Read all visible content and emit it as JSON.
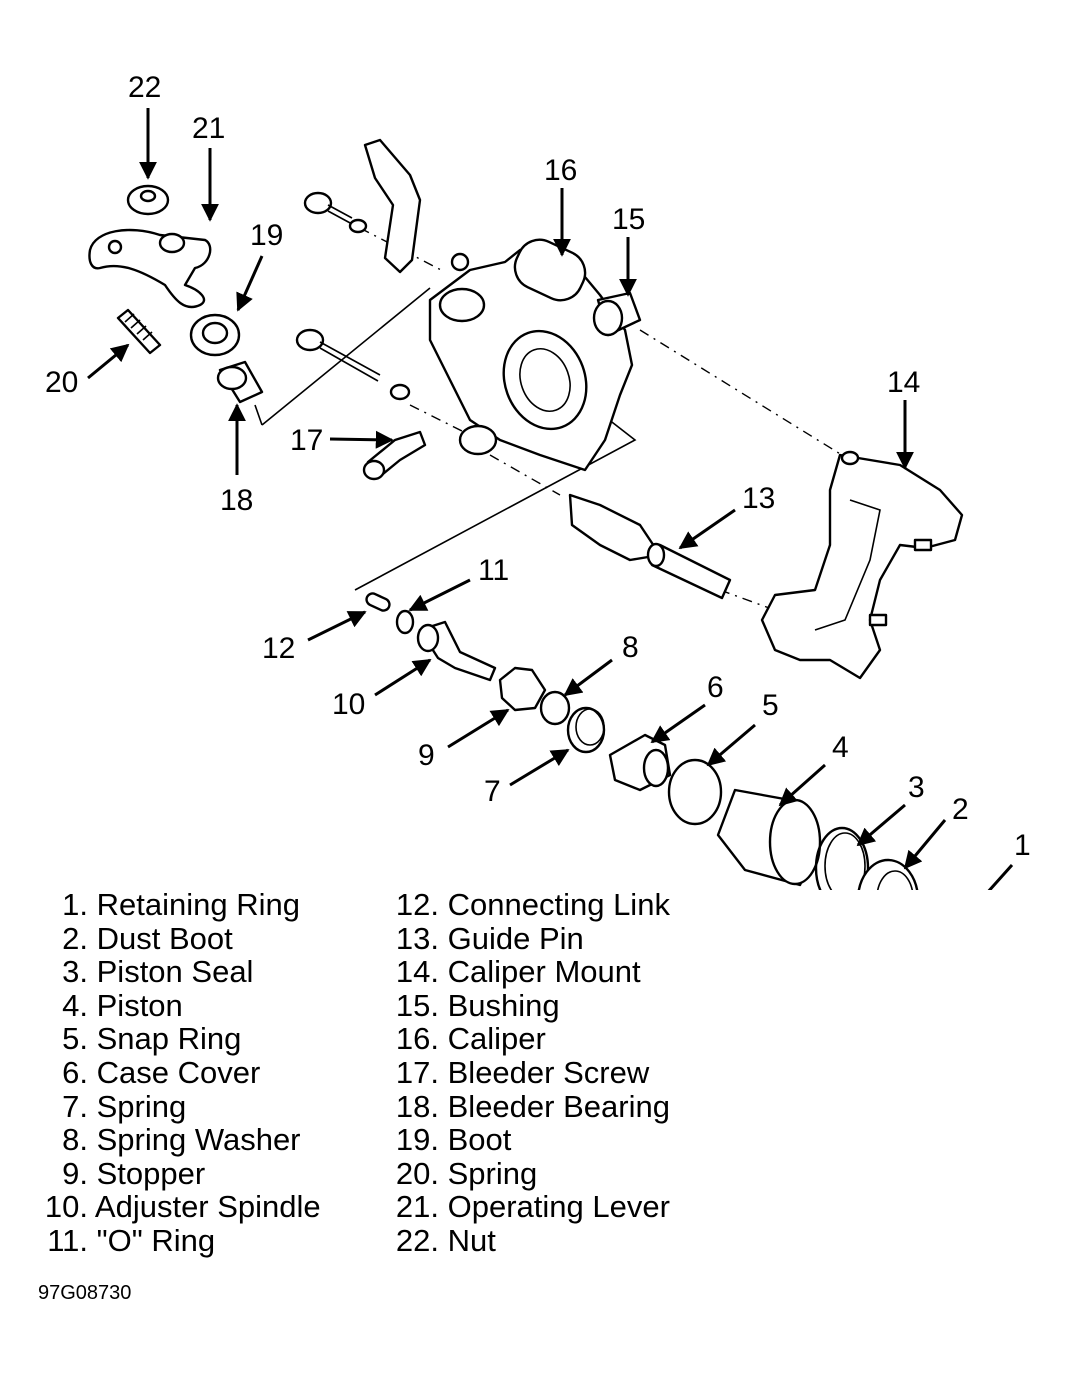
{
  "callouts": [
    "1",
    "2",
    "3",
    "4",
    "5",
    "6",
    "7",
    "8",
    "9",
    "10",
    "11",
    "12",
    "13",
    "14",
    "15",
    "16",
    "17",
    "18",
    "19",
    "20",
    "21",
    "22"
  ],
  "legend_left": [
    {
      "num": "1.",
      "label": "Retaining Ring"
    },
    {
      "num": "2.",
      "label": "Dust Boot"
    },
    {
      "num": "3.",
      "label": "Piston Seal"
    },
    {
      "num": "4.",
      "label": "Piston"
    },
    {
      "num": "5.",
      "label": "Snap Ring"
    },
    {
      "num": "6.",
      "label": "Case Cover"
    },
    {
      "num": "7.",
      "label": "Spring"
    },
    {
      "num": "8.",
      "label": "Spring Washer"
    },
    {
      "num": "9.",
      "label": "Stopper"
    },
    {
      "num": "10.",
      "label": "Adjuster Spindle"
    },
    {
      "num": "11.",
      "label": "\"O\" Ring"
    }
  ],
  "legend_right": [
    {
      "num": "12.",
      "label": "Connecting Link"
    },
    {
      "num": "13.",
      "label": "Guide Pin"
    },
    {
      "num": "14.",
      "label": "Caliper Mount"
    },
    {
      "num": "15.",
      "label": "Bushing"
    },
    {
      "num": "16.",
      "label": "Caliper"
    },
    {
      "num": "17.",
      "label": "Bleeder Screw"
    },
    {
      "num": "18.",
      "label": "Bleeder Bearing"
    },
    {
      "num": "19.",
      "label": "Boot"
    },
    {
      "num": "20.",
      "label": "Spring"
    },
    {
      "num": "21.",
      "label": "Operating Lever"
    },
    {
      "num": "22.",
      "label": "Nut"
    }
  ],
  "figure_id": "97G08730"
}
